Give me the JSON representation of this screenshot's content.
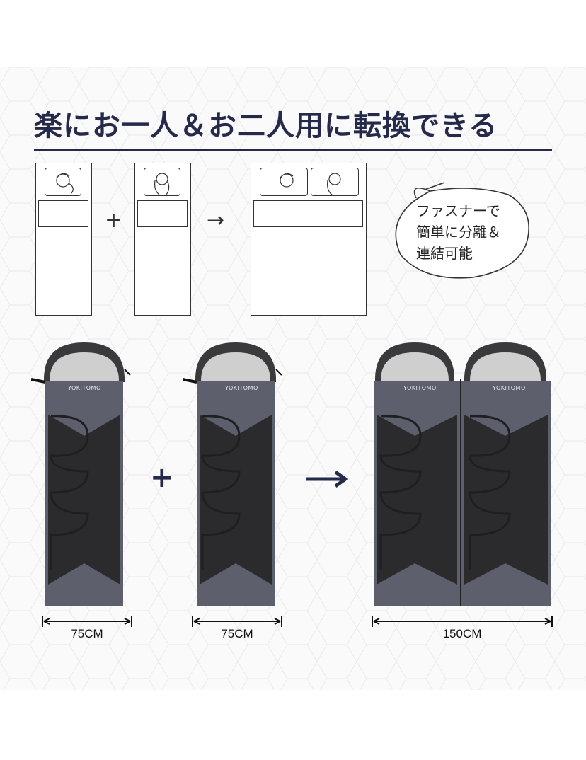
{
  "headline": "楽にお一人＆お二人用に転換できる",
  "diagram": {
    "plus_symbol": "+",
    "arrow_symbol": "→"
  },
  "bubble": {
    "lines": [
      "ファスナーで",
      "簡単に分離＆",
      "連結可能"
    ]
  },
  "products": {
    "brand": "YOKITOMO",
    "plus_symbol": "+",
    "colors": {
      "shell": "#5d5f6c",
      "panel": "#2b2b2d",
      "hood": "#3a3a3c",
      "lining": "#cfcfcf",
      "accent": "#262a4a"
    },
    "widths": [
      "75CM",
      "75CM",
      "150CM"
    ]
  }
}
